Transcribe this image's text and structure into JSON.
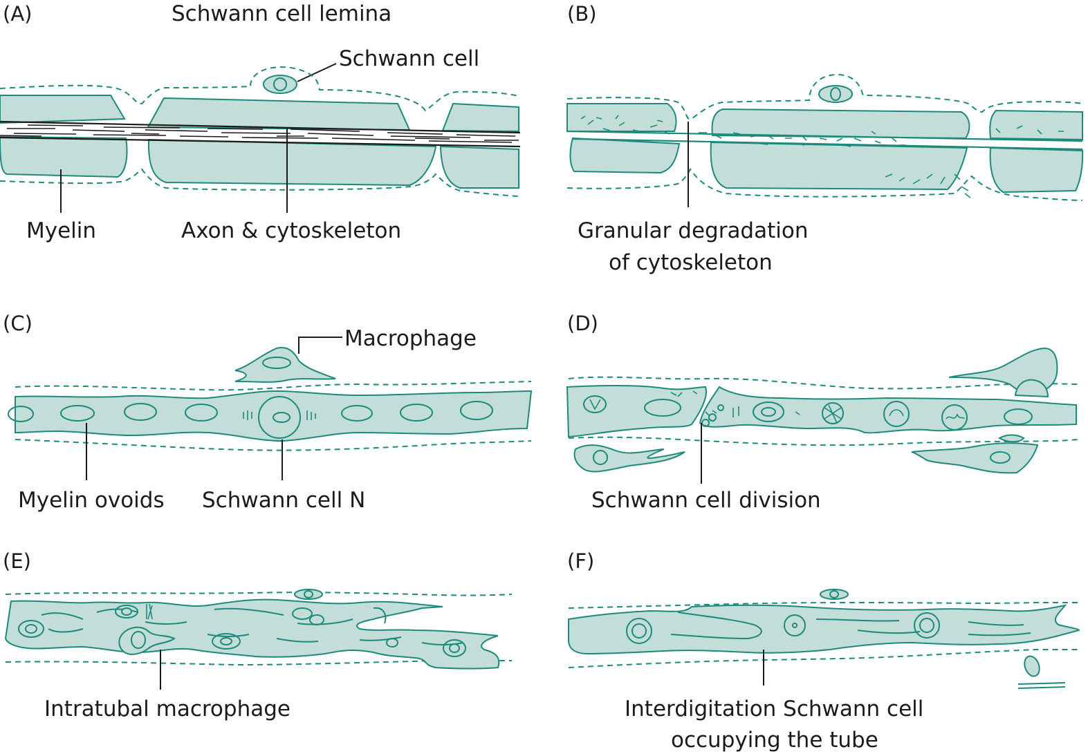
{
  "colors": {
    "fill": "#c3ddd8",
    "stroke": "#1b8a7b",
    "text": "#1a1a1a"
  },
  "panels": {
    "a": {
      "letter": "(A)",
      "labels": {
        "lamina": "Schwann cell lemina",
        "schwann": "Schwann cell",
        "myelin": "Myelin",
        "axon": "Axon & cytoskeleton"
      }
    },
    "b": {
      "letter": "(B)",
      "labels": {
        "granular_1": "Granular degradation",
        "granular_2": "of cytoskeleton"
      }
    },
    "c": {
      "letter": "(C)",
      "labels": {
        "macrophage": "Macrophage",
        "ovoids": "Myelin ovoids",
        "nucleus": "Schwann cell N"
      }
    },
    "d": {
      "letter": "(D)",
      "labels": {
        "division": "Schwann cell division"
      }
    },
    "e": {
      "letter": "(E)",
      "labels": {
        "intratubal": "Intratubal macrophage"
      }
    },
    "f": {
      "letter": "(F)",
      "labels": {
        "interdig_1": "Interdigitation Schwann cell",
        "interdig_2": "occupying the tube"
      }
    }
  }
}
